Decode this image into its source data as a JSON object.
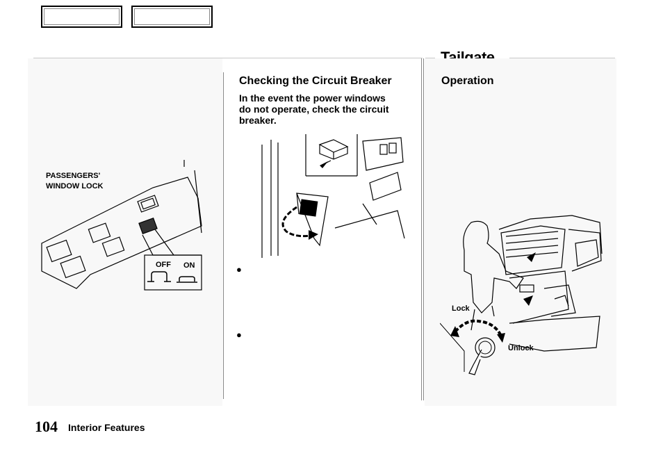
{
  "nav": {
    "prev_label": "",
    "next_label": ""
  },
  "section_title": "Tailgate",
  "left": {
    "callout": [
      "PASSENGERS'",
      "WINDOW LOCK"
    ],
    "switch_labels": {
      "off": "OFF",
      "on": "ON"
    }
  },
  "middle": {
    "heading": "Checking the Circuit Breaker",
    "intro": [
      "In the event the power windows",
      "do not operate, check the circuit",
      "breaker."
    ],
    "bullets": [
      "●",
      "●"
    ]
  },
  "right": {
    "heading": "Operation",
    "lock_label": "Lock",
    "unlock_label": "Unlock"
  },
  "footer": {
    "page_number": "104",
    "chapter": "Interior Features"
  }
}
